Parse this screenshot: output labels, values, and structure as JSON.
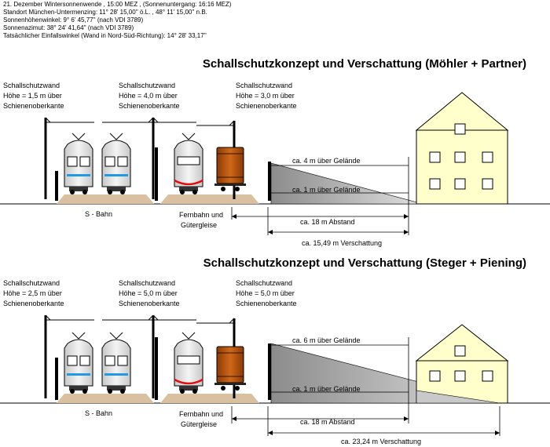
{
  "header": {
    "lines": [
      "21. Dezember Wintersonnenwende , 15:00 MEZ , (Sonnenuntergang: 16:16 MEZ)",
      "Standort München-Untermenzing: 11° 28' 15,00'' ö.L. , 48° 11' 15,00'' n.B.",
      "Sonnenhöhenwinkel: 9° 6' 45,77'' (nach VDI 3789)",
      "Sonnenazimut: 38° 24' 41,64'' (nach VDI 3789)",
      "Tatsächlicher Einfallswinkel (Wand in Nord-Süd-Richtung): 14° 28' 33,17''"
    ]
  },
  "colors": {
    "sbahn_stripe": "#2299e6",
    "fernbahn_stripe": "#e01010",
    "wagon_body": "#b8500c",
    "ballast": "#d9c0a0",
    "house_wall": "#ffffcc",
    "shadow": "#9a9a9a"
  },
  "diagrams": [
    {
      "title": "Schallschutzkonzept und Verschattung (Möhler + Partner)",
      "walls": [
        {
          "line1": "Schallschutzwand",
          "line2": "Höhe = 1,5 m über",
          "line3": "Schienenoberkante"
        },
        {
          "line1": "Schallschutzwand",
          "line2": "Höhe = 4,0 m über",
          "line3": "Schienenoberkante"
        },
        {
          "line1": "Schallschutzwand",
          "line2": "Höhe = 3,0 m über",
          "line3": "Schienenoberkante"
        }
      ],
      "label_top": "ca. 4 m über Gelände",
      "label_bottom": "ca. 1 m über Gelände",
      "sbahn": "S - Bahn",
      "fernbahn_1": "Fernbahn und",
      "fernbahn_2": "Gütergleise",
      "abstand": "ca. 18 m Abstand",
      "verschattung": "ca. 15,49 m Verschattung"
    },
    {
      "title": "Schallschutzkonzept und Verschattung (Steger + Piening)",
      "walls": [
        {
          "line1": "Schallschutzwand",
          "line2": "Höhe = 2,5 m über",
          "line3": "Schienenoberkante"
        },
        {
          "line1": "Schallschutzwand",
          "line2": "Höhe = 5,0 m über",
          "line3": "Schienenoberkante"
        },
        {
          "line1": "Schallschutzwand",
          "line2": "Höhe = 5,0 m über",
          "line3": "Schienenoberkante"
        }
      ],
      "label_top": "ca. 6 m über Gelände",
      "label_bottom": "ca. 1 m über Gelände",
      "sbahn": "S - Bahn",
      "fernbahn_1": "Fernbahn und",
      "fernbahn_2": "Gütergleise",
      "abstand": "ca. 18 m Abstand",
      "verschattung": "ca. 23,24 m Verschattung"
    }
  ]
}
